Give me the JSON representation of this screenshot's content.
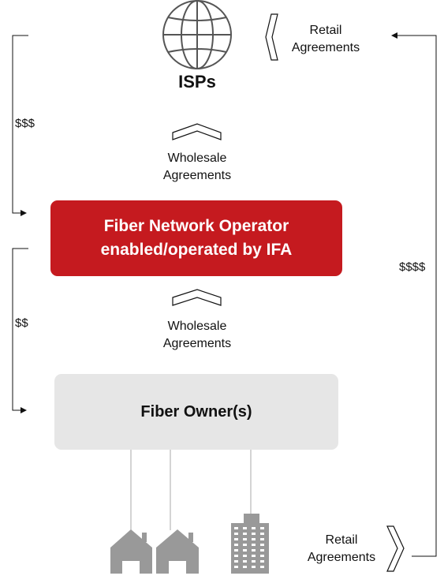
{
  "nodes": {
    "isps": "ISPs",
    "operator_line1": "Fiber Network Operator",
    "operator_line2": "enabled/operated by IFA",
    "owner": "Fiber Owner(s)"
  },
  "agreements": {
    "retail_top": [
      "Retail",
      "Agreements"
    ],
    "wholesale_upper": [
      "Wholesale",
      "Agreements"
    ],
    "wholesale_lower": [
      "Wholesale",
      "Agreements"
    ],
    "retail_bottom": [
      "Retail",
      "Agreements"
    ]
  },
  "payments": {
    "left_upper": "$$$",
    "left_lower": "$$",
    "right": "$$$$"
  },
  "icons": [
    "globe-icon",
    "house-icon",
    "house-icon",
    "office-building-icon"
  ],
  "colors": {
    "operator_fill": "#c51a1f",
    "owner_fill": "#e6e6e6",
    "icon_gray": "#999999"
  }
}
